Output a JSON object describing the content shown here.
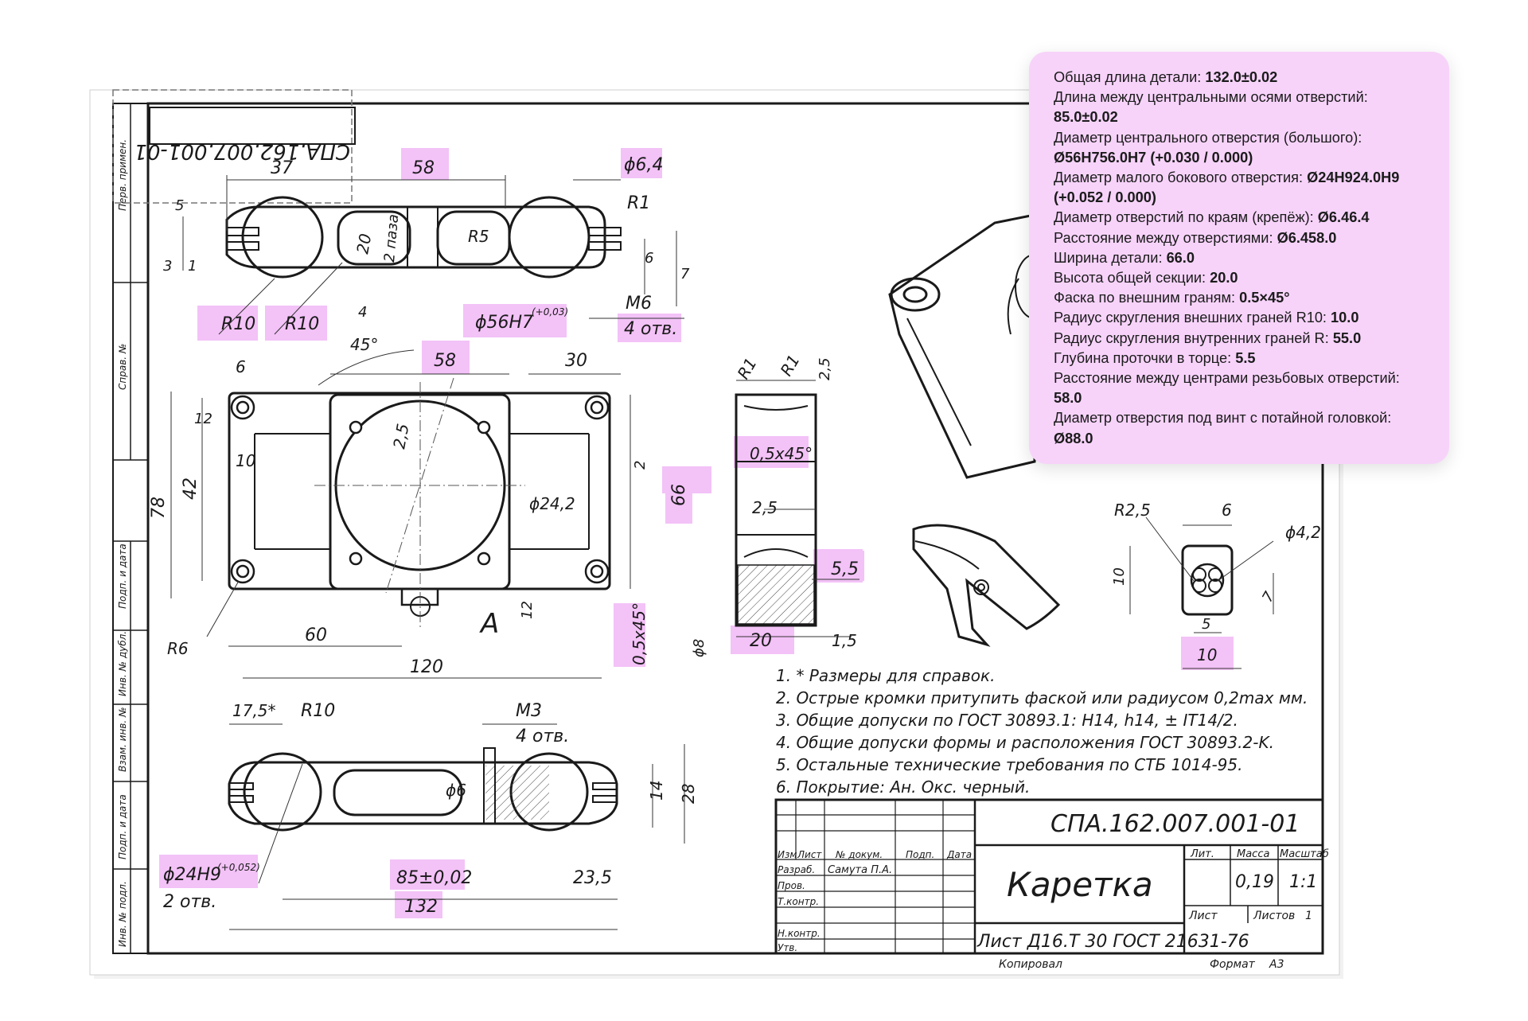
{
  "drawing": {
    "stamp_top": "СПА.162.007.001-01",
    "side_column": [
      "Перв. примен.",
      "Справ. №",
      "Подп. и дата",
      "Инв. № дубл.",
      "Взам. инв. №",
      "Подп. и дата",
      "Инв. № подл."
    ],
    "dims": {
      "top_37": "37",
      "top_58": "58",
      "top_d64": "ϕ6,4",
      "top_r1": "R1",
      "top_5": "5",
      "top_3": "3",
      "top_1": "1",
      "top_20": "20",
      "top_2paza": "2 паза",
      "top_r5": "R5",
      "top_6": "6",
      "top_7": "7",
      "top_4": "4",
      "top_m6": "M6",
      "top_4otv": "4 отв.",
      "top_r10a": "R10",
      "top_r10b": "R10",
      "mid_d56": "ϕ56H7",
      "mid_d56_tol": "(+0,03)",
      "mid_45": "45°",
      "mid_58": "58",
      "mid_30": "30",
      "mid_6": "6",
      "mid_12": "12",
      "mid_25": "2,5",
      "mid_10": "10",
      "mid_42": "42",
      "mid_78": "78",
      "mid_2": "2",
      "mid_66": "66",
      "mid_d242": "ϕ24,2",
      "mid_12b": "12",
      "mid_r6": "R6",
      "mid_60": "60",
      "mid_a": "A",
      "mid_120": "120",
      "mid_chamfer": "0,5x45°",
      "sec_r1a": "R1",
      "sec_r1b": "R1",
      "sec_25": "2,5",
      "sec_chamfer": "0,5x45°",
      "sec_25b": "2,5",
      "sec_55": "5,5",
      "sec_d8": "ϕ8",
      "sec_20": "20",
      "sec_15": "1,5",
      "bot_175": "17,5*",
      "bot_r10": "R10",
      "bot_m3": "M3",
      "bot_4otv": "4 отв.",
      "bot_d6": "ϕ6",
      "bot_14": "14",
      "bot_28": "28",
      "bot_d24": "ϕ24H9",
      "bot_d24_tol": "(+0,052)",
      "bot_2otv": "2 отв.",
      "bot_85": "85±0,02",
      "bot_235": "23,5",
      "bot_132": "132",
      "det_r25": "R2,5",
      "det_6": "6",
      "det_d42": "ϕ4,2",
      "det_10": "10",
      "det_7": "7",
      "det_5": "5",
      "det_10b": "10"
    },
    "notes": [
      "1.  * Размеры для справок.",
      "2.  Острые кромки притупить фаской или радиусом 0,2max мм.",
      "3.  Общие допуски по ГОСТ 30893.1: H14, h14, ± IT14/2.",
      "4.  Общие допуски формы и расположения ГОСТ 30893.2-K.",
      "5.  Остальные технические требования по СТБ 1014-95.",
      "6.  Покрытие: Ан. Окс. черный."
    ],
    "title_block": {
      "doc_number": "СПА.162.007.001-01",
      "part_name": "Каретка",
      "material": "Лист Д16.Т 30 ГОСТ 21631-76",
      "col_headers": [
        "Изм",
        "Лист",
        "№ докум.",
        "Подп.",
        "Дата"
      ],
      "roles": [
        "Разраб.",
        "Пров.",
        "Т.контр.",
        "Н.контр.",
        "Утв."
      ],
      "developer": "Самута П.А.",
      "lit_label": "Лит.",
      "mass_label": "Масса",
      "scale_label": "Масштаб",
      "mass_value": "0,19",
      "scale_value": "1:1",
      "sheet_label": "Лист",
      "sheets_label": "Листов",
      "sheets_value": "1",
      "copied_label": "Копировал",
      "format_label": "Формат",
      "format_value": "А3"
    }
  },
  "highlight_color": "#f3c2f7",
  "panel": {
    "background": "#f7d3fa",
    "rows": [
      {
        "label": "Общая длина детали: ",
        "value": "132.0±0.02"
      },
      {
        "label": "Длина между центральными осями отверстий: ",
        "value": "85.0±0.02"
      },
      {
        "label": "Диаметр центрального отверстия (большого): ",
        "value": "Ø56H756.0H7 (+0.030 / 0.000)"
      },
      {
        "label": "Диаметр малого бокового отверстия: ",
        "value": "Ø24H924.0H9 (+0.052 / 0.000)"
      },
      {
        "label": "Диаметр отверстий по краям (крепёж): ",
        "value": "Ø6.46.4"
      },
      {
        "label": "Расстояние между отверстиями: ",
        "value": "Ø6.458.0"
      },
      {
        "label": "Ширина детали: ",
        "value": "66.0"
      },
      {
        "label": "Высота общей секции: ",
        "value": "20.0"
      },
      {
        "label": "Фаска по внешним граням: ",
        "value": "0.5×45°"
      },
      {
        "label": "Радиус скругления внешних граней R10: ",
        "value": "10.0"
      },
      {
        "label": "Радиус скругления внутренних граней R: ",
        "value": "55.0"
      },
      {
        "label": "Глубина проточки в торце: ",
        "value": "5.5"
      },
      {
        "label": "Расстояние между центрами резьбовых отверстий: ",
        "value": "58.0"
      },
      {
        "label": "Диаметр отверстия под винт с потайной головкой: ",
        "value": "Ø88.0"
      }
    ]
  }
}
